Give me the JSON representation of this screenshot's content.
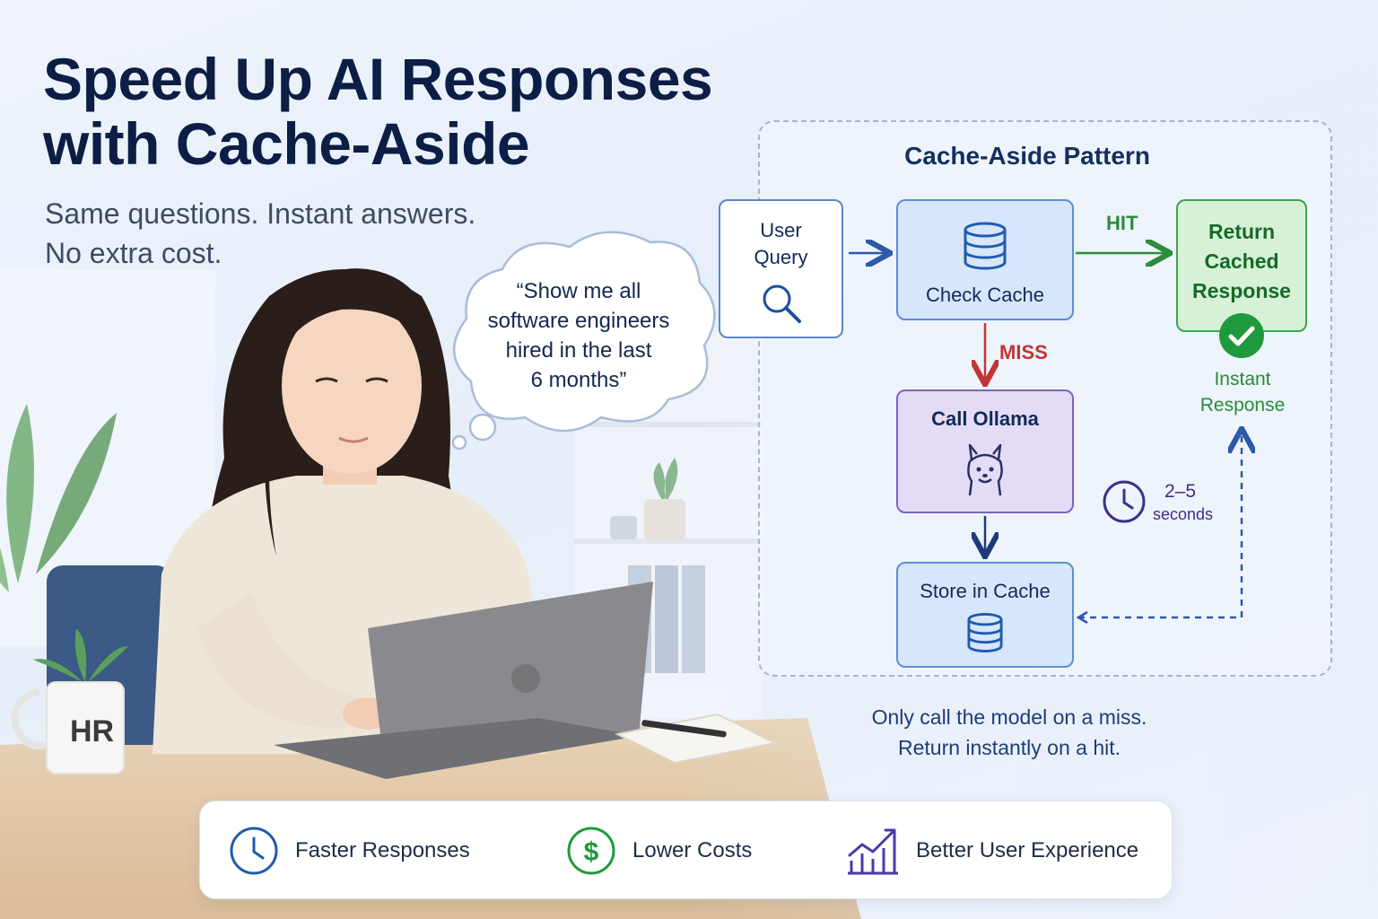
{
  "headline": {
    "title": "Speed Up AI Responses with Cache-Aside",
    "subtitle_lines": [
      "Same questions. Instant answers.",
      "No extra cost."
    ]
  },
  "scene": {
    "thought_lines": [
      "“Show me all",
      "software engineers",
      "hired in the last",
      "6 months”"
    ],
    "mug_label": "HR"
  },
  "diagram": {
    "title": "Cache-Aside Pattern",
    "nodes": {
      "user_query": [
        "User",
        "Query"
      ],
      "check_cache": "Check Cache",
      "return_cached": [
        "Return",
        "Cached",
        "Response"
      ],
      "call_ollama": "Call Ollama",
      "store_cache": "Store in Cache"
    },
    "edges": {
      "hit": "HIT",
      "miss": "MISS"
    },
    "instant_lines": [
      "Instant",
      "Response"
    ],
    "timing": {
      "value": "2–5",
      "unit": "seconds"
    },
    "caption_lines": [
      "Only call the model on a miss.",
      "Return instantly on a hit."
    ]
  },
  "benefits": {
    "faster": "Faster Responses",
    "costs": "Lower Costs",
    "ux": "Better User Experience"
  },
  "icons": {
    "search": "search-icon",
    "database": "database-icon",
    "check": "check-circle-icon",
    "llama": "llama-icon",
    "clock": "clock-icon",
    "dollar": "dollar-icon",
    "chart": "growth-chart-icon"
  },
  "colors": {
    "navy": "#0c1e45",
    "blue": "#5a8fd6",
    "green": "#3ea44c",
    "red": "#c13535",
    "purple": "#7a64c1"
  }
}
